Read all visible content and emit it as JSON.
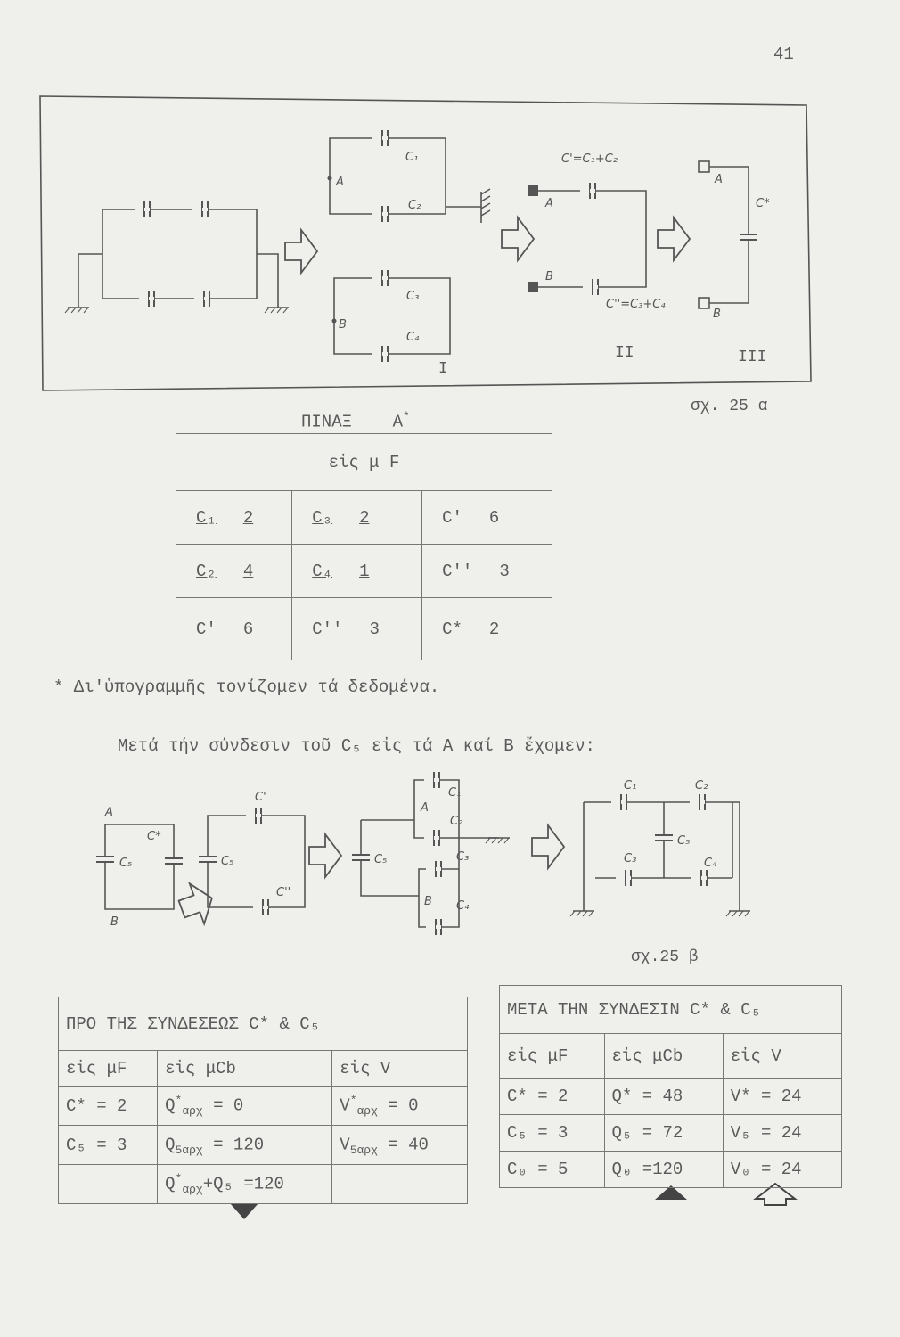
{
  "page_number": "41",
  "figure_a": {
    "caption": "σχ. 25 α",
    "labels": {
      "C1": "C₁",
      "C2": "C₂",
      "C3": "C₃",
      "C4": "C₄",
      "A": "A",
      "B": "B",
      "C_prime_eq": "C'=C₁+C₂",
      "C_dprime_eq": "C''=C₃+C₄",
      "C_star": "C*",
      "stage1": "I",
      "stage2": "II",
      "stage3": "III"
    }
  },
  "table_a": {
    "title": "ΠΙΝΑΞ",
    "title_letter": "A",
    "title_mark": "*",
    "unit_header": "εἰς μ F",
    "rows": [
      [
        {
          "name": "C₁",
          "value": "2",
          "underlined": true
        },
        {
          "name": "C₃",
          "value": "2",
          "underlined": true
        },
        {
          "name": "C'",
          "value": "6"
        }
      ],
      [
        {
          "name": "C₂",
          "value": "4",
          "underlined": true
        },
        {
          "name": "C₄",
          "value": "1",
          "underlined": true
        },
        {
          "name": "C''",
          "value": "3"
        }
      ],
      [
        {
          "name": "C'",
          "value": "6"
        },
        {
          "name": "C''",
          "value": "3"
        },
        {
          "name": "C*",
          "value": "2"
        }
      ]
    ]
  },
  "footnote": "* Δι'ὑπογραμμῆς τονίζομεν τά δεδομένα.",
  "sentence": "Μετά τήν σύνδεσιν τοῦ C₅ εἰς τά A καί B ἔχομεν:",
  "figure_b": {
    "caption": "σχ.25 β",
    "labels": {
      "A": "A",
      "B": "B",
      "C5": "C₅",
      "C_star": "C*",
      "C_prime": "C'",
      "C_dprime": "C''",
      "C1": "C₁",
      "C2": "C₂",
      "C3": "C₃",
      "C4": "C₄"
    }
  },
  "table_before": {
    "title": "ΠΡΟ ΤΗΣ ΣΥΝΔΕΣΕΩΣ C* & C₅",
    "headers": [
      "εἰς μF",
      "εἰς μCb",
      "εἰς V"
    ],
    "rows": [
      {
        "c": "C* = 2",
        "q_main": "Q",
        "q_sup": "*",
        "q_sub": "αρχ",
        "q_rest": " = 0",
        "v_main": "V",
        "v_sup": "*",
        "v_sub": "αρχ",
        "v_rest": " = 0"
      },
      {
        "c": "C₅ = 3",
        "q_main": "Q",
        "q_sup": "",
        "q_sub": "5αρχ",
        "q_rest": " = 120",
        "v_main": "V",
        "v_sup": "",
        "v_sub": "5αρχ",
        "v_rest": " = 40"
      },
      {
        "c": "",
        "q_main": "Q",
        "q_sup": "*",
        "q_sub": "αρχ",
        "q_rest": "+Q₅ =120",
        "v_main": "",
        "v_sup": "",
        "v_sub": "",
        "v_rest": ""
      }
    ]
  },
  "table_after": {
    "title": "ΜΕΤΑ ΤΗΝ ΣΥΝΔΕΣΙΝ C* & C₅",
    "headers": [
      "εἰς μF",
      "εἰς μCb",
      "εἰς V"
    ],
    "rows": [
      [
        "C* = 2",
        "Q* = 48",
        "V* = 24"
      ],
      [
        "C₅ = 3",
        "Q₅ = 72",
        "V₅ = 24"
      ],
      [
        "C₀ = 5",
        "Q₀ =120",
        "V₀ = 24"
      ]
    ]
  }
}
